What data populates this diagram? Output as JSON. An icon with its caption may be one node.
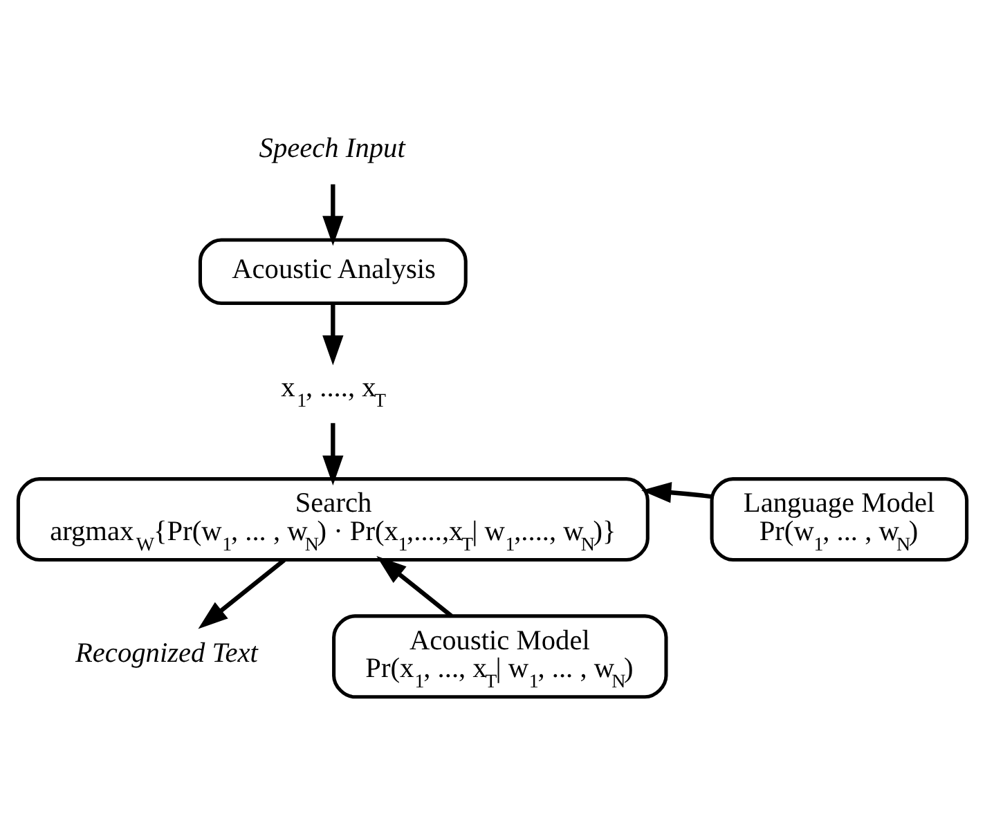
{
  "diagram": {
    "nodes": [
      {
        "text": [
          "Speech Input"
        ]
      },
      {
        "text": [
          "Acoustic Analysis"
        ]
      },
      {
        "text": [
          "x$_{1}$, ...., x$_{T}$"
        ]
      },
      {
        "text": [
          "Search",
          "argmax$_{W}${Pr(w$_{1}$, ... , w$_{N}$) · Pr(x$_{1}$,....,x$_{T}$| w$_{1}$,...., w$_{N}$)}"
        ]
      },
      {
        "text": [
          "Language Model",
          "Pr(w$_{1}$, ... , w$_{N}$)"
        ]
      },
      {
        "text": [
          "Acoustic Model",
          "Pr(x$_{1}$, ..., x$_{T}$| w$_{1}$, ... , w$_{N}$)"
        ]
      },
      {
        "text": [
          "Recognized Text"
        ]
      }
    ],
    "edges": [
      {
        "from": 0,
        "to": 1,
        "arrow": "to"
      },
      {
        "from": 1,
        "to": 2,
        "arrow": "to"
      },
      {
        "from": 2,
        "to": 3,
        "arrow": "to"
      },
      {
        "from": 4,
        "to": 3,
        "arrow": "to"
      },
      {
        "from": 5,
        "to": 3,
        "arrow": "to"
      },
      {
        "from": 3,
        "to": 6,
        "arrow": "to"
      }
    ]
  }
}
